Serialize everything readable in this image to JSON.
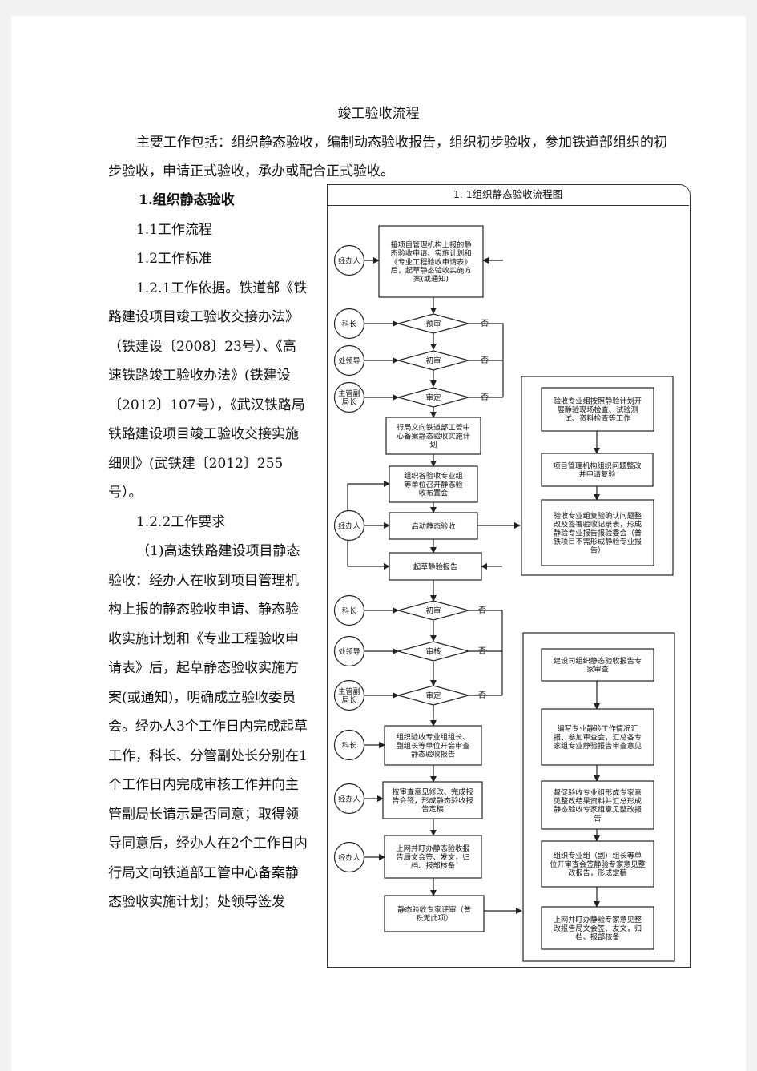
{
  "doc": {
    "title": "竣工验收流程",
    "intro": "主要工作包括：组织静态验收，编制动态验收报告，组织初步验收，参加铁道部组织的初步验收，申请正式验收，承办或配合正式验收。",
    "section1": "1.组织静态验收",
    "sub11": "1.1工作流程",
    "sub12": "1.2工作标准",
    "p121": "1.2.1工作依据。铁道部《铁路建设项目竣工验收交接办法》（铁建设〔2008〕23号）、《高速铁路竣工验收办法》(铁建设〔2012〕107号），《武汉铁路局铁路建设项目竣工验收交接实施细则》(武铁建〔2012〕255号）。",
    "sub122": "1.2.2工作要求",
    "p_req1": "（1)高速铁路建设项目静态验收：经办人在收到项目管理机构上报的静态验收申请、静态验收实施计划和《专业工程验收申请表》后，起草静态验收实施方案(或通知)，明确成立验收委员会。经办人3个工作日内完成起草工作，科长、分管副处长分别在1个工作日内完成审核工作并向主管副局长请示是否同意；取得领导同意后，经办人在2个工作日内行局文向铁道部工管中心备案静态验收实施计划；处领导签发"
  },
  "flowchart": {
    "title": "1. 1组织静态验收流程图",
    "roles": {
      "r1": "经办人",
      "r2": "科长",
      "r3": "处领导",
      "r4": "主管副局长",
      "r5": "经办人",
      "r6": "科长",
      "r7": "处领导",
      "r8": "主管副局长",
      "r9": "科长",
      "r10": "经办人",
      "r11": "经办人"
    },
    "boxes": {
      "b1": [
        "接项目管理机构上报的静",
        "态验收申请、实施计划和",
        "《专业工程验收申请表》",
        "后，起草静态验收实施方",
        "案(或通知)"
      ],
      "b2": [
        "行局文向铁道部工管中",
        "心备案静态验收实施计",
        "划"
      ],
      "b3": [
        "组织各验收专业组",
        "等单位召开静态验",
        "收布置会"
      ],
      "b4": [
        "启动静态验收"
      ],
      "b5": [
        "起草静验报告"
      ],
      "b6": [
        "组织验收专业组组长、",
        "副组长等单位开会审查",
        "静态验收报告"
      ],
      "b7": [
        "按审查意见修改、完成报",
        "告会签，形成静态验收报",
        "告定稿"
      ],
      "b8": [
        "上网并盯办静态验收报",
        "告局文会签、发文，归",
        "档、报部核备"
      ],
      "b9": [
        "静态验收专家评审（普",
        "铁无此项）"
      ],
      "r1b1": [
        "验收专业组按照静验计划开",
        "展静验现场检查、试验测",
        "试、资料检查等工作"
      ],
      "r1b2": [
        "项目管理机构组织问题整改",
        "并申请复验"
      ],
      "r1b3": [
        "验收专业组复验确认问题整",
        "改及签署验收记录表，形成",
        "静验专业报告报验委会（普",
        "铁项目不需形成静验专业报",
        "告）"
      ],
      "r2b1": [
        "建设司组织静态验收报告专",
        "家审查"
      ],
      "r2b2": [
        "编写专业静验工作情况汇",
        "报、参加审查会，汇总各专",
        "家组专业静验报告审查意见"
      ],
      "r2b3": [
        "督促验收专业组形成专家意",
        "见整改结果资料并汇总形成",
        "静态验收专家组意见整改报",
        "告"
      ],
      "r2b4": [
        "组织专业组（副）组长等单",
        "位开审查会签静验专家意见整",
        "改报告，形成定稿"
      ],
      "r2b5": [
        "上网并盯办静验专家意见整",
        "改报告局文会签、发文，归",
        "档、报部核备"
      ]
    },
    "decisions": {
      "d1": "预审",
      "d2": "初审",
      "d3": "审定",
      "d4": "初审",
      "d5": "审核",
      "d6": "审定"
    },
    "no_label": "否"
  }
}
